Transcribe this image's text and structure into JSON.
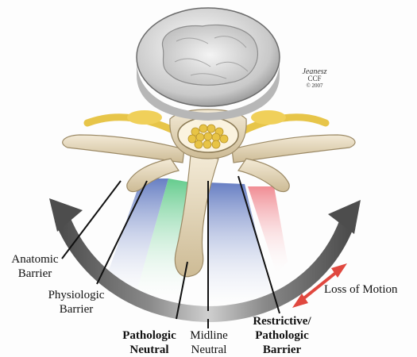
{
  "figure": {
    "signature": {
      "artist": "Jeanesz",
      "org": "CCF",
      "copyright": "© 2007"
    },
    "labels": {
      "anatomic_barrier": {
        "line1": "Anatomic",
        "line2": "Barrier"
      },
      "physiologic_barrier": {
        "line1": "Physiologic",
        "line2": "Barrier"
      },
      "pathologic_neutral": {
        "line1": "Pathologic",
        "line2": "Neutral"
      },
      "midline_neutral": {
        "line1": "Midline",
        "line2": "Neutral"
      },
      "restrictive_barrier": {
        "line1": "Restrictive/",
        "line2": "Pathologic",
        "line3": "Barrier"
      },
      "loss_of_motion": "Loss of Motion"
    },
    "colors": {
      "blue_zone": "#6f86c8",
      "green_zone": "#7fd3a0",
      "red_zone": "#f19aa0",
      "arc_arrow": "#5a5a5a",
      "loss_arrow": "#e0483f",
      "bone": "#e9dcc0",
      "nerve": "#e9c74a"
    }
  }
}
